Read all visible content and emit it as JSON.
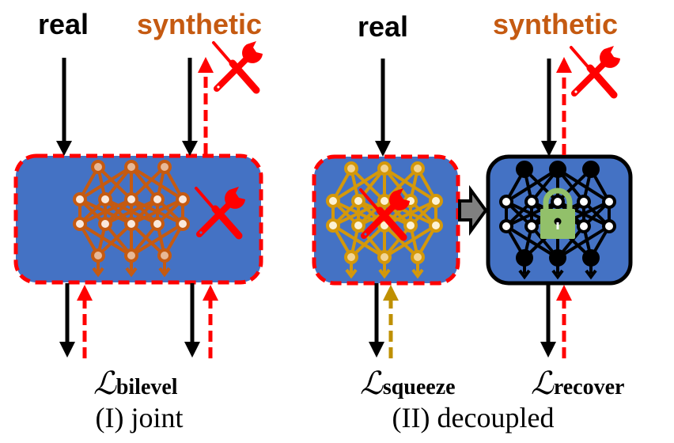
{
  "panels": [
    {
      "id": "joint",
      "caption": "(I) joint",
      "inputs": {
        "real": "real",
        "synthetic": "synthetic"
      },
      "loss": {
        "symbol": "ℒ",
        "subscript": "bilevel"
      },
      "network_state": "trainable",
      "tool_icon": "tools-icon"
    },
    {
      "id": "decoupled",
      "caption": "(II) decoupled",
      "inputs": {
        "real": "real",
        "synthetic": "synthetic"
      },
      "losses": [
        {
          "symbol": "ℒ",
          "subscript": "squeeze"
        },
        {
          "symbol": "ℒ",
          "subscript": "recover"
        }
      ],
      "networks": [
        {
          "name": "squeeze",
          "state": "trainable",
          "icon": "tools-icon"
        },
        {
          "name": "recover",
          "state": "frozen",
          "icon": "lock-icon"
        }
      ]
    }
  ],
  "colors": {
    "box_fill": "#4472c4",
    "real_text": "#000000",
    "synthetic_text": "#c55a11",
    "dashed_red": "#ff0000",
    "gold_arrow": "#bf9000",
    "network_brown": "#c55a11",
    "network_gold": "#d4980a",
    "network_black": "#000000",
    "lock_green": "#92c06a",
    "connector_gray": "#808080"
  }
}
